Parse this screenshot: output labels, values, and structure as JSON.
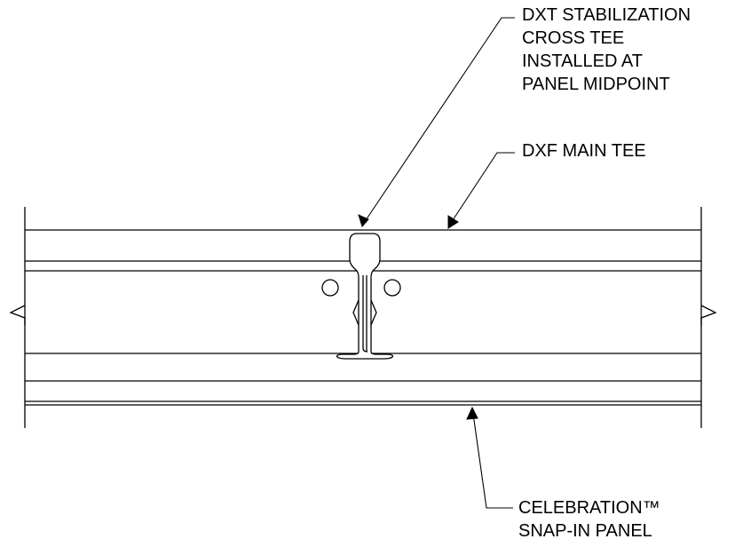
{
  "callouts": {
    "cross_tee": [
      "DXT STABILIZATION",
      "CROSS TEE",
      "INSTALLED AT",
      "PANEL MIDPOINT"
    ],
    "main_tee": [
      "DXF MAIN TEE"
    ],
    "panel": [
      "CELEBRATION™",
      "SNAP-IN PANEL"
    ]
  },
  "colors": {
    "line": "#000000",
    "background": "#ffffff"
  }
}
